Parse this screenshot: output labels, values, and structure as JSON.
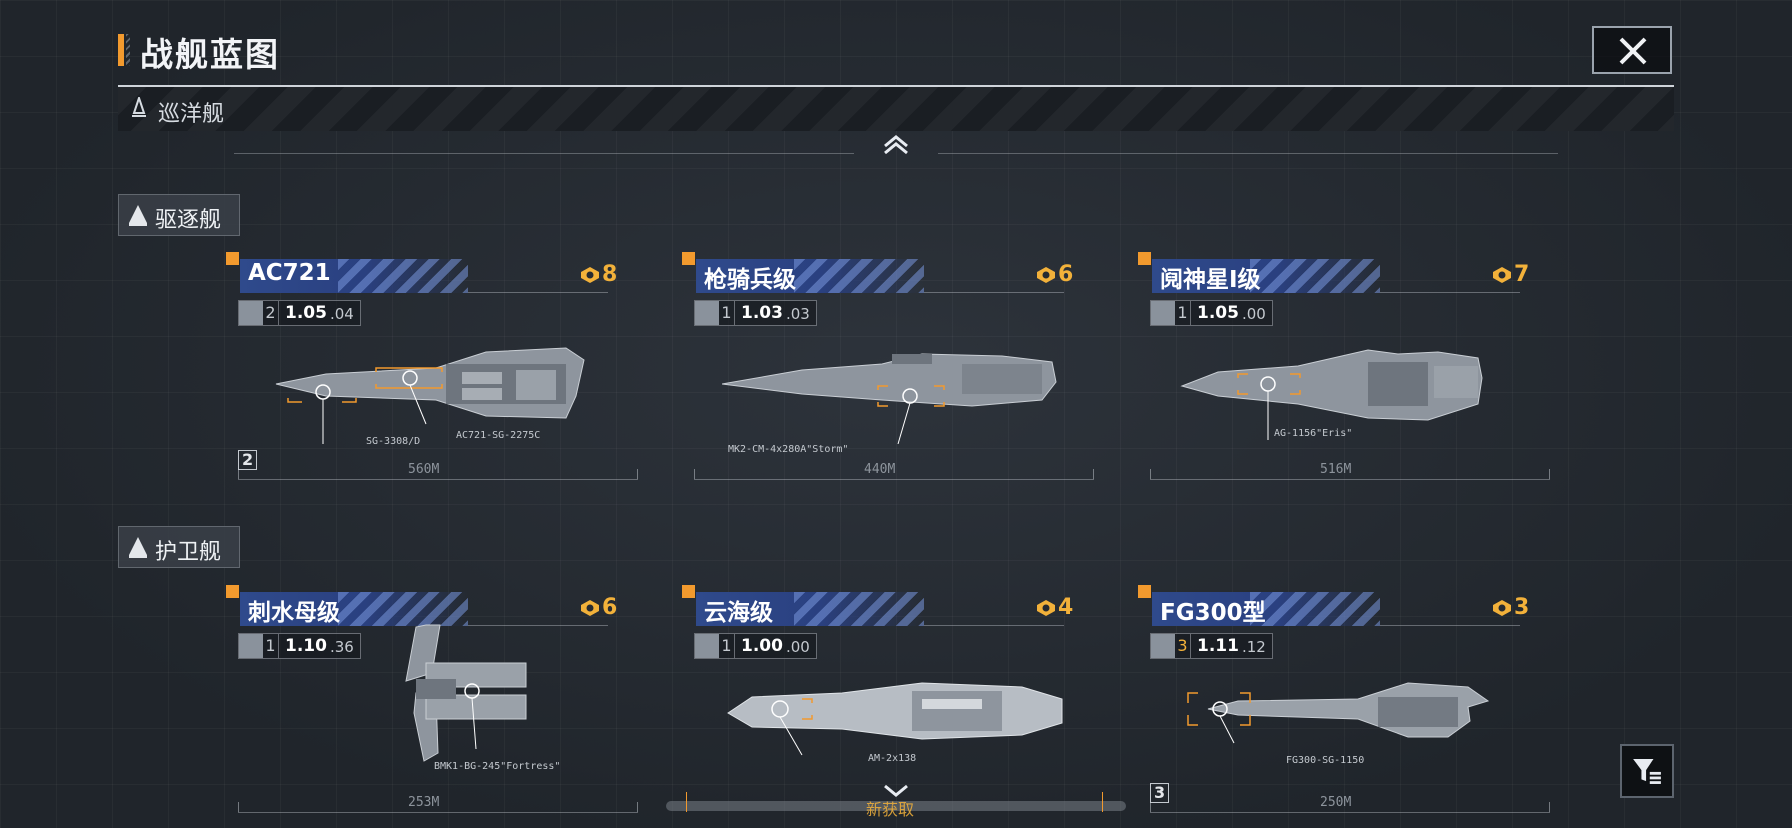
{
  "header": {
    "title": "战舰蓝图"
  },
  "sections": {
    "cruiser": {
      "label": "巡洋舰"
    },
    "destroyer": {
      "label": "驱逐舰"
    },
    "frigate": {
      "label": "护卫舰"
    }
  },
  "destroyers": [
    {
      "name": "AC721",
      "cost": "8",
      "tier": "2",
      "stat_main": "1.05",
      "stat_sub": ".04",
      "weapons": [
        "SG-3308/D",
        "AC721-SG-2275C"
      ],
      "length": "560M",
      "count": "2"
    },
    {
      "name": "枪骑兵级",
      "cost": "6",
      "tier": "1",
      "stat_main": "1.03",
      "stat_sub": ".03",
      "weapons": [
        "MK2-CM-4x280A\"Storm\""
      ],
      "length": "440M"
    },
    {
      "name": "阋神星I级",
      "cost": "7",
      "tier": "1",
      "stat_main": "1.05",
      "stat_sub": ".00",
      "weapons": [
        "AG-1156\"Eris\""
      ],
      "length": "516M"
    }
  ],
  "frigates": [
    {
      "name": "刺水母级",
      "cost": "6",
      "tier": "1",
      "stat_main": "1.10",
      "stat_sub": ".36",
      "weapons": [
        "BMK1-BG-245\"Fortress\""
      ],
      "length": "253M"
    },
    {
      "name": "云海级",
      "cost": "4",
      "tier": "1",
      "stat_main": "1.00",
      "stat_sub": ".00",
      "weapons": [
        "AM-2x138"
      ]
    },
    {
      "name": "FG300型",
      "cost": "3",
      "tier": "3",
      "stat_main": "1.11",
      "stat_sub": ".12",
      "weapons": [
        "FG300-SG-1150"
      ],
      "length": "250M",
      "count": "3"
    }
  ],
  "bottom": {
    "label": "新获取"
  },
  "icons": [
    "close-icon",
    "cruiser-icon",
    "chevron-up-icon",
    "chevron-down-icon",
    "cost-icon",
    "filter-icon"
  ],
  "colors": {
    "accent": "#f29a2e",
    "cost": "#f2b13a",
    "name_bar": "#2f4a8c"
  }
}
